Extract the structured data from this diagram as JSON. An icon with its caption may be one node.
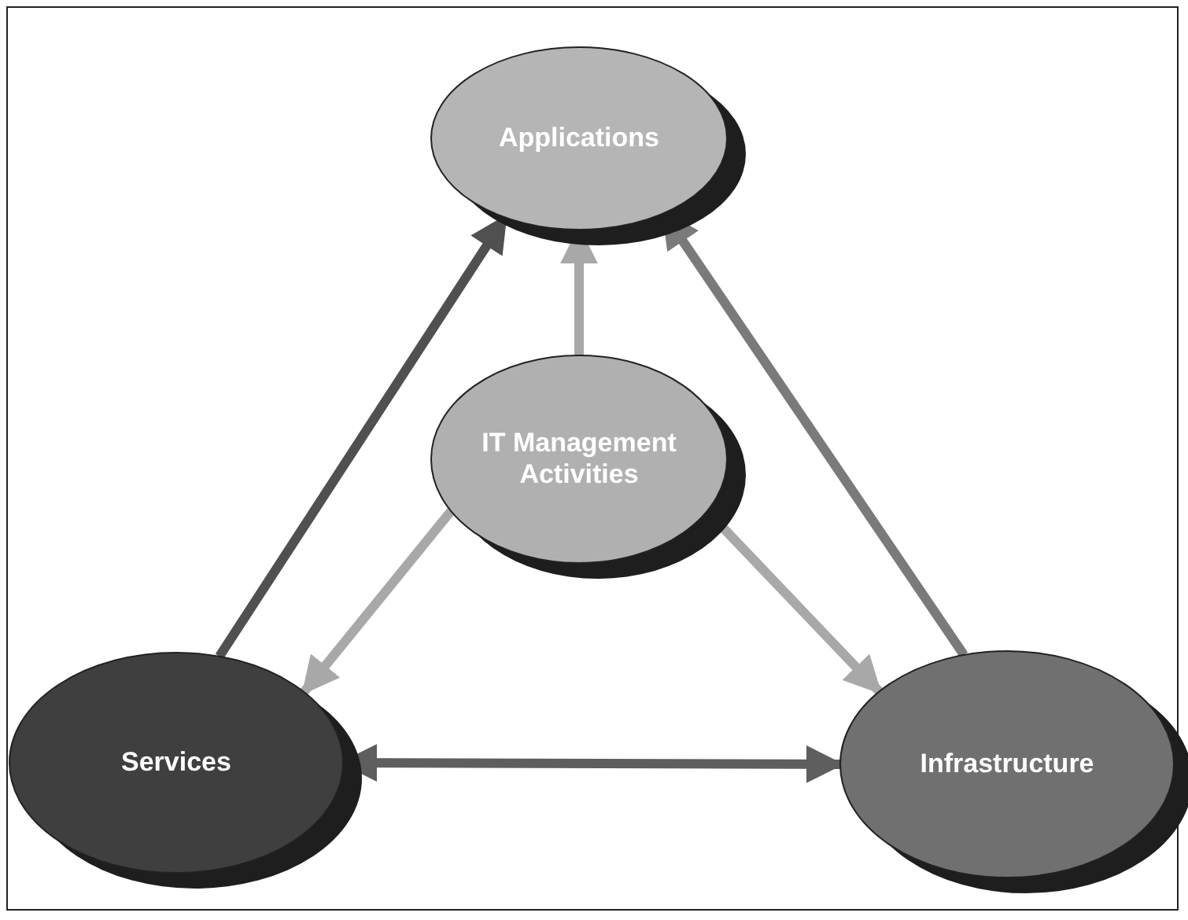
{
  "diagram": {
    "nodes": [
      {
        "text": [
          "Applications"
        ]
      },
      {
        "text": [
          "IT Management Activities"
        ]
      },
      {
        "text": [
          "Services"
        ]
      },
      {
        "text": [
          "Infrastructure"
        ]
      }
    ],
    "edges": [
      {
        "from": 2,
        "to": 0,
        "arrow": "to",
        "color": "#505050"
      },
      {
        "from": 3,
        "to": 0,
        "arrow": "to",
        "color": "#7a7a7a"
      },
      {
        "from": 1,
        "to": 0,
        "arrow": "to"
      },
      {
        "from": 1,
        "to": 2,
        "arrow": "to"
      },
      {
        "from": 1,
        "to": 3,
        "arrow": "to"
      },
      {
        "from": 2,
        "to": 3,
        "arrow": "both",
        "color": "#5e5e5e"
      }
    ]
  }
}
